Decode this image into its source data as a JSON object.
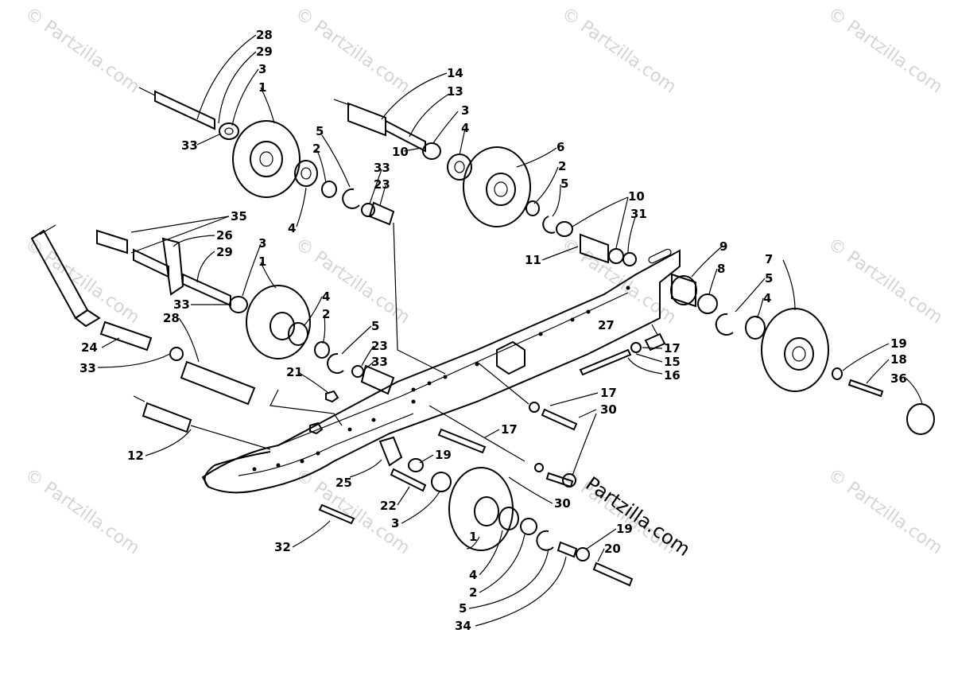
{
  "diagram": {
    "watermark_text": "© Partzilla.com",
    "brand_text": "Partzilla.com",
    "callouts": [
      {
        "id": "c28a",
        "label": "28"
      },
      {
        "id": "c29a",
        "label": "29"
      },
      {
        "id": "c3a",
        "label": "3"
      },
      {
        "id": "c1a",
        "label": "1"
      },
      {
        "id": "c33a",
        "label": "33"
      },
      {
        "id": "c5a",
        "label": "5"
      },
      {
        "id": "c2a",
        "label": "2"
      },
      {
        "id": "c33b",
        "label": "33"
      },
      {
        "id": "c23a",
        "label": "23"
      },
      {
        "id": "c4a",
        "label": "4"
      },
      {
        "id": "c14",
        "label": "14"
      },
      {
        "id": "c13",
        "label": "13"
      },
      {
        "id": "c3b",
        "label": "3"
      },
      {
        "id": "c4b",
        "label": "4"
      },
      {
        "id": "c10a",
        "label": "10"
      },
      {
        "id": "c6",
        "label": "6"
      },
      {
        "id": "c2b",
        "label": "2"
      },
      {
        "id": "c5b",
        "label": "5"
      },
      {
        "id": "c10b",
        "label": "10"
      },
      {
        "id": "c31",
        "label": "31"
      },
      {
        "id": "c11",
        "label": "11"
      },
      {
        "id": "c35",
        "label": "35"
      },
      {
        "id": "c26",
        "label": "26"
      },
      {
        "id": "c3c",
        "label": "3"
      },
      {
        "id": "c29b",
        "label": "29"
      },
      {
        "id": "c1b",
        "label": "1"
      },
      {
        "id": "c33c",
        "label": "33"
      },
      {
        "id": "c4c",
        "label": "4"
      },
      {
        "id": "c2c",
        "label": "2"
      },
      {
        "id": "c5c",
        "label": "5"
      },
      {
        "id": "c23b",
        "label": "23"
      },
      {
        "id": "c33d",
        "label": "33"
      },
      {
        "id": "c24",
        "label": "24"
      },
      {
        "id": "c28b",
        "label": "28"
      },
      {
        "id": "c33e",
        "label": "33"
      },
      {
        "id": "c21",
        "label": "21"
      },
      {
        "id": "c9",
        "label": "9"
      },
      {
        "id": "c8",
        "label": "8"
      },
      {
        "id": "c7",
        "label": "7"
      },
      {
        "id": "c5d",
        "label": "5"
      },
      {
        "id": "c4d",
        "label": "4"
      },
      {
        "id": "c27",
        "label": "27"
      },
      {
        "id": "c17a",
        "label": "17"
      },
      {
        "id": "c15",
        "label": "15"
      },
      {
        "id": "c16",
        "label": "16"
      },
      {
        "id": "c19a",
        "label": "19"
      },
      {
        "id": "c18",
        "label": "18"
      },
      {
        "id": "c36",
        "label": "36"
      },
      {
        "id": "c17b",
        "label": "17"
      },
      {
        "id": "c30a",
        "label": "30"
      },
      {
        "id": "c12",
        "label": "12"
      },
      {
        "id": "c17c",
        "label": "17"
      },
      {
        "id": "c19b",
        "label": "19"
      },
      {
        "id": "c25",
        "label": "25"
      },
      {
        "id": "c22",
        "label": "22"
      },
      {
        "id": "c3d",
        "label": "3"
      },
      {
        "id": "c30b",
        "label": "30"
      },
      {
        "id": "c32",
        "label": "32"
      },
      {
        "id": "c1c",
        "label": "1"
      },
      {
        "id": "c4e",
        "label": "4"
      },
      {
        "id": "c2d",
        "label": "2"
      },
      {
        "id": "c5e",
        "label": "5"
      },
      {
        "id": "c34",
        "label": "34"
      },
      {
        "id": "c19c",
        "label": "19"
      },
      {
        "id": "c20",
        "label": "20"
      }
    ]
  }
}
